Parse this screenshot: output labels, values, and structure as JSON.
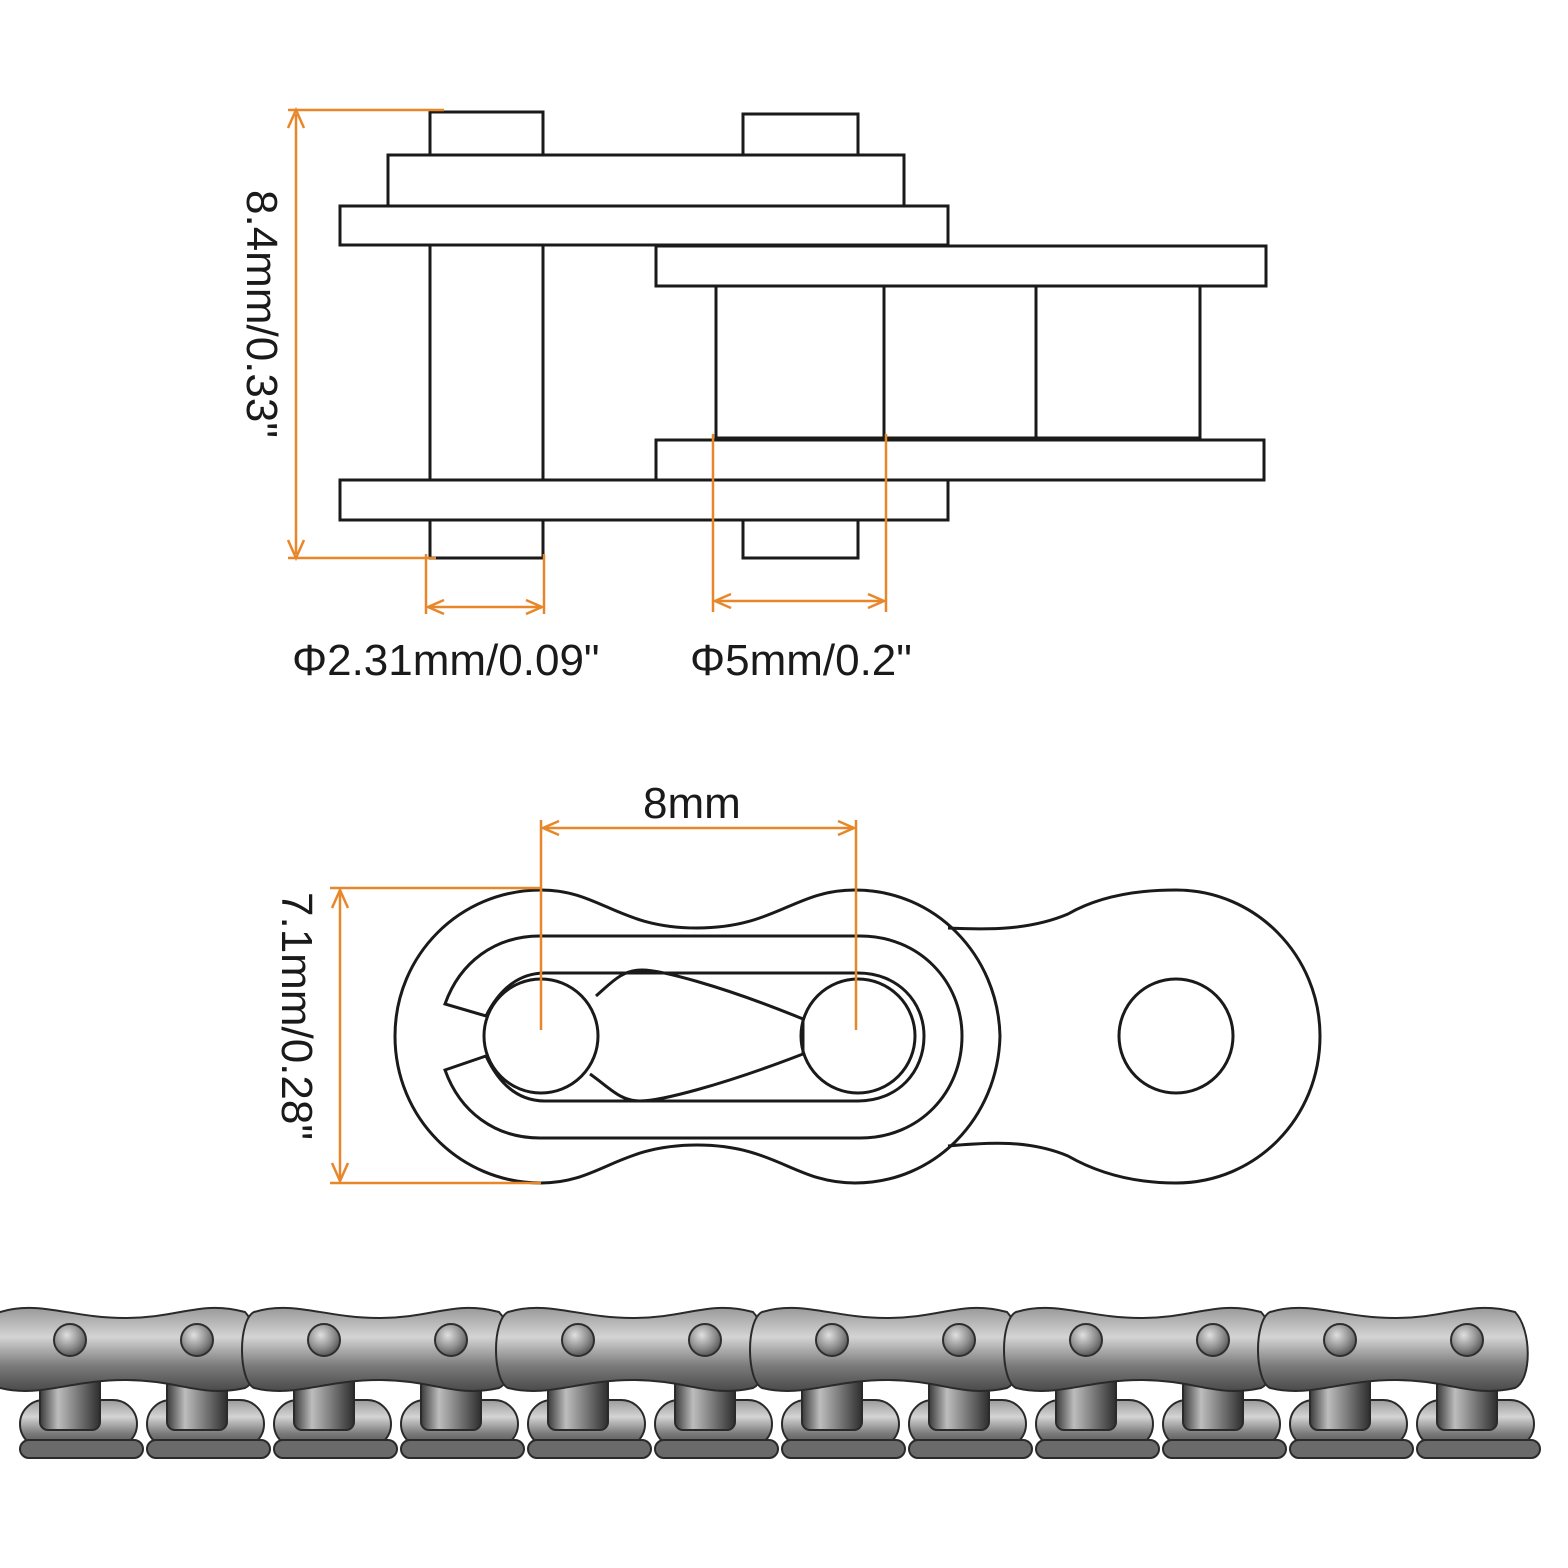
{
  "colors": {
    "dimension_line": "#e8862a",
    "outline": "#1a1a1a",
    "chain_metal_dark": "#4a4a4a",
    "chain_metal_light": "#bdbdbd"
  },
  "side_view": {
    "height_label": "8.4mm/0.33\"",
    "pin_diameter_label": "Φ2.31mm/0.09\"",
    "roller_diameter_label": "Φ5mm/0.2\""
  },
  "top_view": {
    "pitch_label": "8mm",
    "width_label": "7.1mm/0.28\""
  },
  "photo": {
    "subject": "roller chain",
    "link_count": 12
  }
}
